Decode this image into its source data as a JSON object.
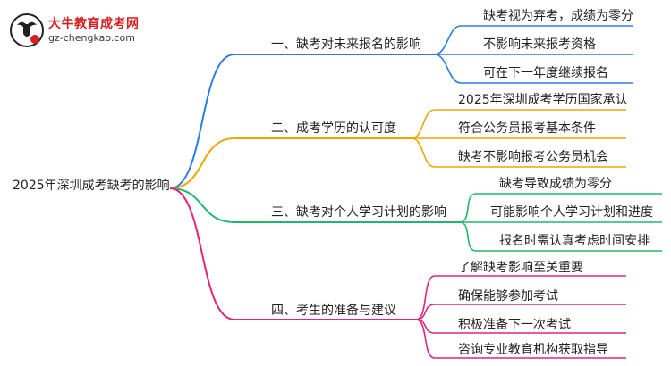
{
  "logo": {
    "name": "大牛教育成考网",
    "url": "gz-chengkao.com"
  },
  "mindmap": {
    "root": "2025年深圳成考缺考的影响",
    "branches": [
      {
        "label": "一、缺考对未来报名的影响",
        "color": "#2a7de1",
        "children": [
          "缺考视为弃考，成绩为零分",
          "不影响未来报考资格",
          "可在下一年度继续报名"
        ]
      },
      {
        "label": "二、成考学历的认可度",
        "color": "#f0a500",
        "children": [
          "2025年深圳成考学历国家承认",
          "符合公务员报考基本条件",
          "缺考不影响报考公务员机会"
        ]
      },
      {
        "label": "三、缺考对个人学习计划的影响",
        "color": "#1fb86a",
        "children": [
          "缺考导致成绩为零分",
          "可能影响个人学习计划和进度",
          "报名时需认真考虑时间安排"
        ]
      },
      {
        "label": "四、考生的准备与建议",
        "color": "#e0257e",
        "children": [
          "了解缺考影响至关重要",
          "确保能够参加考试",
          "积极准备下一次考试",
          "咨询专业教育机构获取指导"
        ]
      }
    ]
  }
}
